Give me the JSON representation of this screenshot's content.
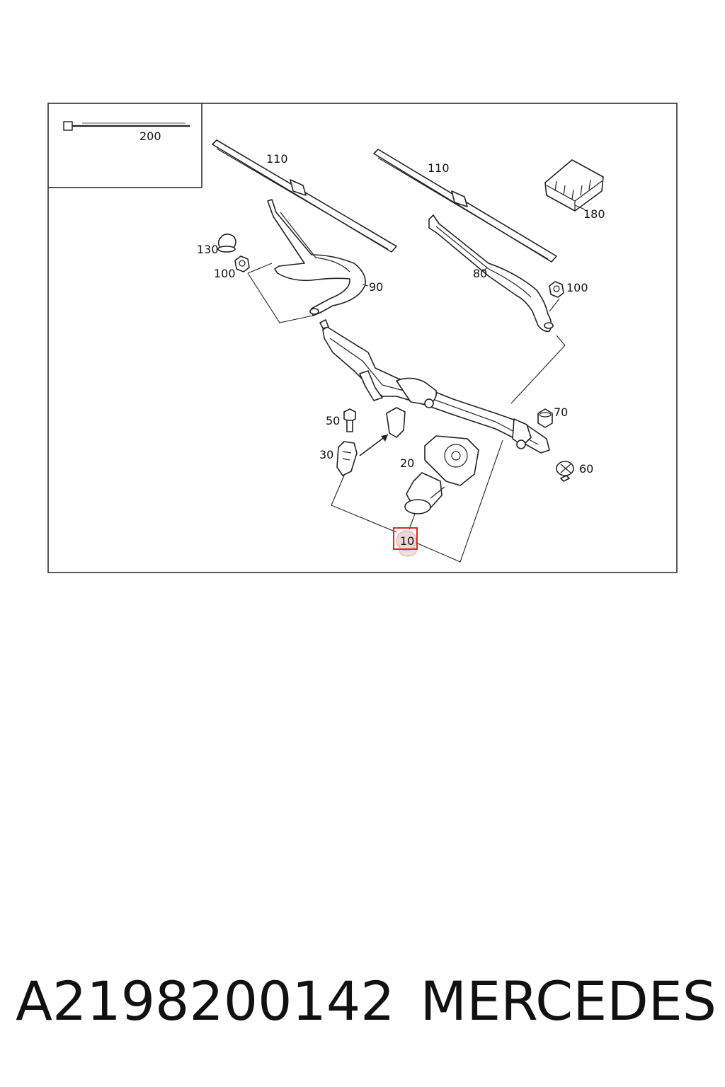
{
  "diagram": {
    "inset": {
      "callout": "200"
    },
    "callouts": {
      "wiper_blade_left": "110",
      "wiper_blade_right": "110",
      "connector_cover": "180",
      "cap": "130",
      "nut_left": "100",
      "wiper_arm_left": "90",
      "wiper_arm_right": "80",
      "nut_right": "100",
      "bolt": "50",
      "bracket": "30",
      "motor": "20",
      "grommet": "70",
      "mount": "60",
      "highlighted_part": "10"
    },
    "highlight_color": "#e0242a"
  },
  "footer": {
    "part_number": "A2198200142",
    "brand": "MERCEDES"
  }
}
